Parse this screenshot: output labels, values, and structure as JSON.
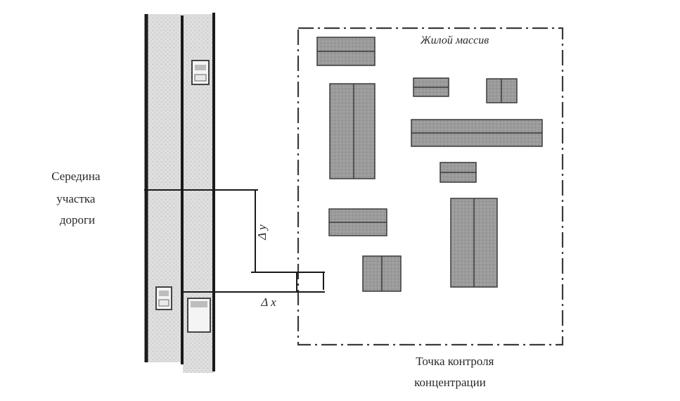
{
  "labels": {
    "residential_area": "Жилой массив",
    "road_midpoint": [
      "Середина",
      "участка",
      "дороги"
    ],
    "delta_y": "Δ y",
    "delta_x": "Δ x",
    "control_point": [
      "Точка контроля",
      "концентрации"
    ]
  },
  "colors": {
    "road_fill": "#dcdcdc",
    "road_edge": "#1a1a1a",
    "building_fill": "#9a9a9a",
    "building_edge": "#3a3a3a",
    "line": "#1a1a1a"
  },
  "icons": [
    "car-icon",
    "car-icon",
    "car-icon"
  ]
}
